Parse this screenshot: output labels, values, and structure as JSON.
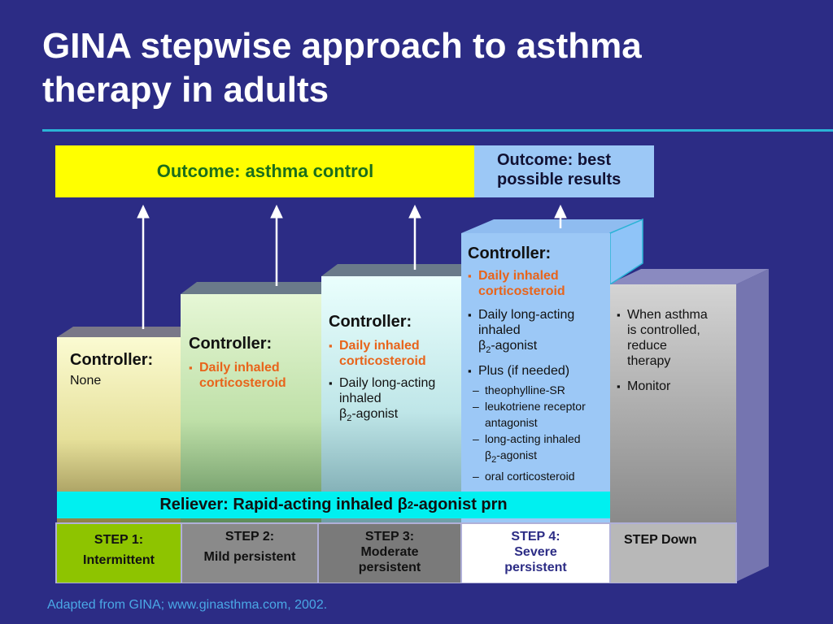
{
  "title_line1": "GINA stepwise approach to asthma",
  "title_line2": "therapy in adults",
  "outcome_control": "Outcome: asthma control",
  "outcome_best_line1": "Outcome: best",
  "outcome_best_line2": "possible results",
  "steps": [
    {
      "controller_label": "Controller:",
      "controller_text": "None",
      "step_line1": "STEP 1:",
      "step_line2": "Intermittent"
    },
    {
      "controller_label": "Controller:",
      "bullet1_line1": "Daily inhaled",
      "bullet1_line2": "corticosteroid",
      "step_line1": "STEP 2:",
      "step_line2": "Mild persistent"
    },
    {
      "controller_label": "Controller:",
      "bullet1_line1": "Daily inhaled",
      "bullet1_line2": "corticosteroid",
      "bullet2_line1": "Daily long-acting",
      "bullet2_line2": "inhaled",
      "bullet2_line3_beta": "β",
      "bullet2_line3_sub": "2",
      "bullet2_line3_rest": "-agonist",
      "step_line1": "STEP 3:",
      "step_line2": "Moderate",
      "step_line3": "persistent"
    },
    {
      "controller_label": "Controller:",
      "bullet1_line1": "Daily inhaled",
      "bullet1_line2": "corticosteroid",
      "bullet2_line1": "Daily long-acting",
      "bullet2_line2": "inhaled",
      "bullet2_line3_beta": "β",
      "bullet2_line3_sub": "2",
      "bullet2_line3_rest": "-agonist",
      "bullet3": "Plus (if needed)",
      "sub1": "theophylline-SR",
      "sub2_line1": "leukotriene receptor",
      "sub2_line2": "antagonist",
      "sub3_line1": "long-acting inhaled",
      "sub3_line2_beta": "β",
      "sub3_line2_sub": "2",
      "sub3_line2_rest": "-agonist",
      "sub4": "oral corticosteroid",
      "step_line1": "STEP 4:",
      "step_line2": "Severe",
      "step_line3": "persistent"
    },
    {
      "bullet1_line1": "When asthma",
      "bullet1_line2": "is controlled,",
      "bullet1_line3": "reduce",
      "bullet1_line4": "therapy",
      "bullet2": "Monitor",
      "step_line1": "STEP Down"
    }
  ],
  "reliever_prefix": "Reliever: Rapid-acting inhaled ",
  "reliever_beta": "β",
  "reliever_sub": "2",
  "reliever_suffix": "-agonist prn",
  "footnote": "Adapted from GINA; www.ginasthma.com, 2002.",
  "colors": {
    "background": "#2c2c85",
    "rule": "#2bb3d6",
    "outcome_control_bg": "#ffff00",
    "outcome_control_text": "#1b6e1b",
    "outcome_best_bg": "#9cc8f6",
    "emphasis_text": "#e8641b",
    "reliever_bg": "#00f0f0",
    "step1_bg": "#8ec400",
    "step4_bg": "#ffffff",
    "step4_text": "#2c2c85",
    "footnote": "#4aa8e6"
  }
}
